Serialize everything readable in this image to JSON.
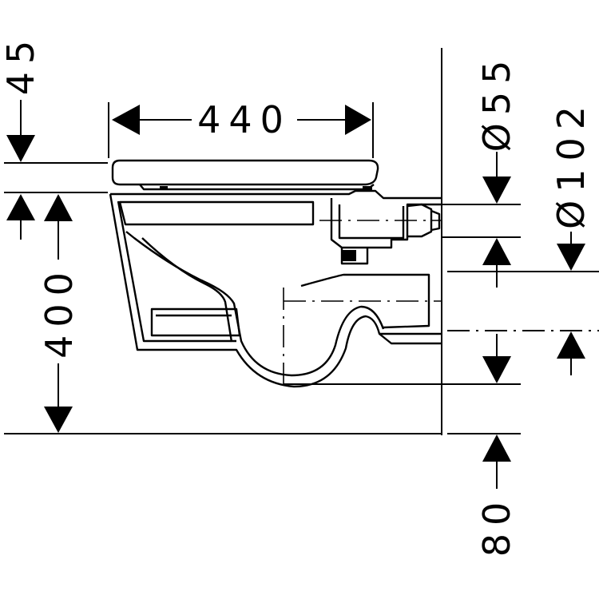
{
  "drawing": {
    "subject": "wall-hung toilet side elevation",
    "colors": {
      "line": "#000000",
      "background": "#ffffff"
    },
    "dimensions": {
      "seat_width": "440",
      "seat_thickness": "45",
      "mount_height": "400",
      "waste_offset": "80",
      "inlet_diameter": "Ø55",
      "outlet_diameter": "Ø102"
    }
  }
}
